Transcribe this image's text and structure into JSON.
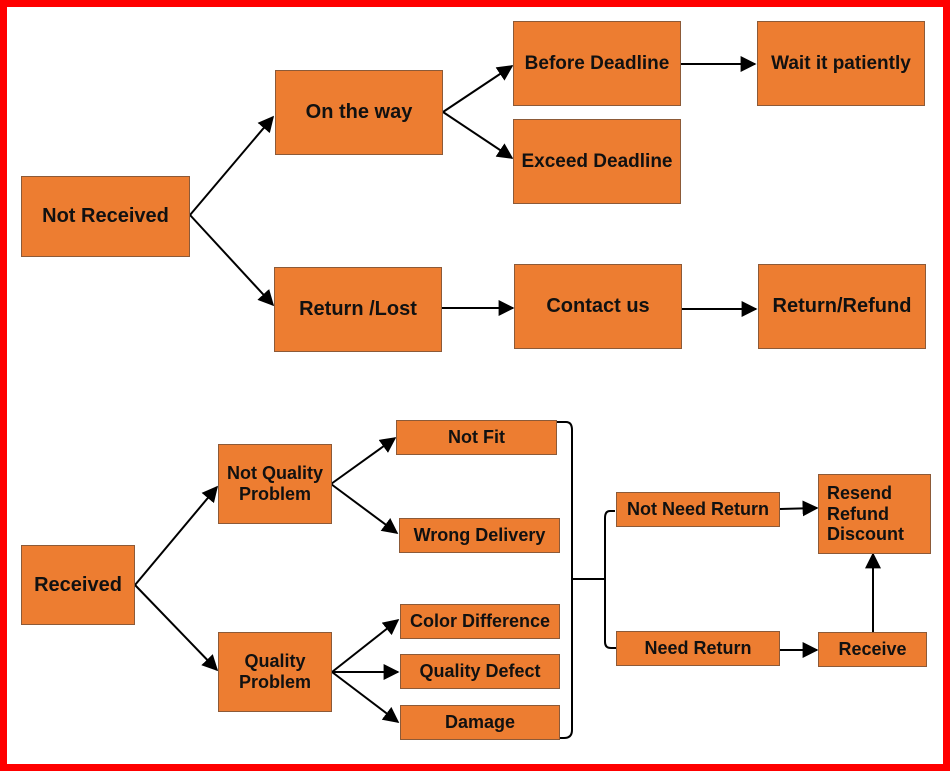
{
  "nodes": {
    "not_received": "Not Received",
    "on_the_way": "On the way",
    "before_deadline": "Before Deadline",
    "wait_patiently": "Wait it patiently",
    "exceed_deadline": "Exceed Deadline",
    "return_lost": "Return /Lost",
    "contact_us": "Contact us",
    "return_refund": "Return/Refund",
    "received": "Received",
    "not_quality_problem": "Not Quality\nProblem",
    "quality_problem": "Quality\nProblem",
    "not_fit": "Not Fit",
    "wrong_delivery": "Wrong Delivery",
    "color_difference": "Color Difference",
    "quality_defect": "Quality Defect",
    "damage": "Damage",
    "not_need_return": "Not Need Return",
    "need_return": "Need Return",
    "resend_refund_discount": "Resend\nRefund\nDiscount",
    "receive": "Receive"
  },
  "colors": {
    "frame": "#ff0000",
    "node_fill": "#ed7d31",
    "text": "#111111",
    "line": "#000000"
  }
}
